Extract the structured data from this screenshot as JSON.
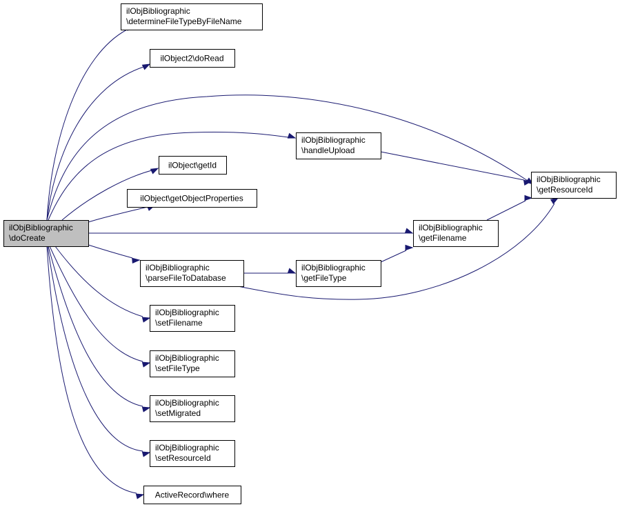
{
  "diagram": {
    "type": "call-graph",
    "edge_color": "#191970",
    "root_fill": "#bfbfbf",
    "nodes": [
      {
        "id": "doCreate",
        "lines": [
          "ilObjBibliographic",
          "\\doCreate"
        ],
        "root": true
      },
      {
        "id": "determineFileTypeByFileName",
        "lines": [
          "ilObjBibliographic",
          "\\determineFileTypeByFileName"
        ]
      },
      {
        "id": "doRead",
        "lines": [
          "ilObject2\\doRead"
        ]
      },
      {
        "id": "handleUpload",
        "lines": [
          "ilObjBibliographic",
          "\\handleUpload"
        ]
      },
      {
        "id": "getId",
        "lines": [
          "ilObject\\getId"
        ]
      },
      {
        "id": "getObjectProperties",
        "lines": [
          "ilObject\\getObjectProperties"
        ]
      },
      {
        "id": "getResourceId",
        "lines": [
          "ilObjBibliographic",
          "\\getResourceId"
        ]
      },
      {
        "id": "getFilename",
        "lines": [
          "ilObjBibliographic",
          "\\getFilename"
        ]
      },
      {
        "id": "parseFileToDatabase",
        "lines": [
          "ilObjBibliographic",
          "\\parseFileToDatabase"
        ]
      },
      {
        "id": "getFileType",
        "lines": [
          "ilObjBibliographic",
          "\\getFileType"
        ]
      },
      {
        "id": "setFilename",
        "lines": [
          "ilObjBibliographic",
          "\\setFilename"
        ]
      },
      {
        "id": "setFileType",
        "lines": [
          "ilObjBibliographic",
          "\\setFileType"
        ]
      },
      {
        "id": "setMigrated",
        "lines": [
          "ilObjBibliographic",
          "\\setMigrated"
        ]
      },
      {
        "id": "setResourceId",
        "lines": [
          "ilObjBibliographic",
          "\\setResourceId"
        ]
      },
      {
        "id": "where",
        "lines": [
          "ActiveRecord\\where"
        ]
      }
    ],
    "edges": [
      {
        "from": "doCreate",
        "to": "determineFileTypeByFileName"
      },
      {
        "from": "doCreate",
        "to": "doRead"
      },
      {
        "from": "doCreate",
        "to": "getResourceId"
      },
      {
        "from": "doCreate",
        "to": "handleUpload"
      },
      {
        "from": "doCreate",
        "to": "getId"
      },
      {
        "from": "doCreate",
        "to": "getObjectProperties"
      },
      {
        "from": "doCreate",
        "to": "getFilename"
      },
      {
        "from": "doCreate",
        "to": "parseFileToDatabase"
      },
      {
        "from": "doCreate",
        "to": "setFilename"
      },
      {
        "from": "doCreate",
        "to": "setFileType"
      },
      {
        "from": "doCreate",
        "to": "setMigrated"
      },
      {
        "from": "doCreate",
        "to": "setResourceId"
      },
      {
        "from": "doCreate",
        "to": "where"
      },
      {
        "from": "handleUpload",
        "to": "getResourceId"
      },
      {
        "from": "getFilename",
        "to": "getResourceId"
      },
      {
        "from": "parseFileToDatabase",
        "to": "getFileType"
      },
      {
        "from": "parseFileToDatabase",
        "to": "getResourceId"
      },
      {
        "from": "getFileType",
        "to": "getFilename"
      }
    ]
  }
}
